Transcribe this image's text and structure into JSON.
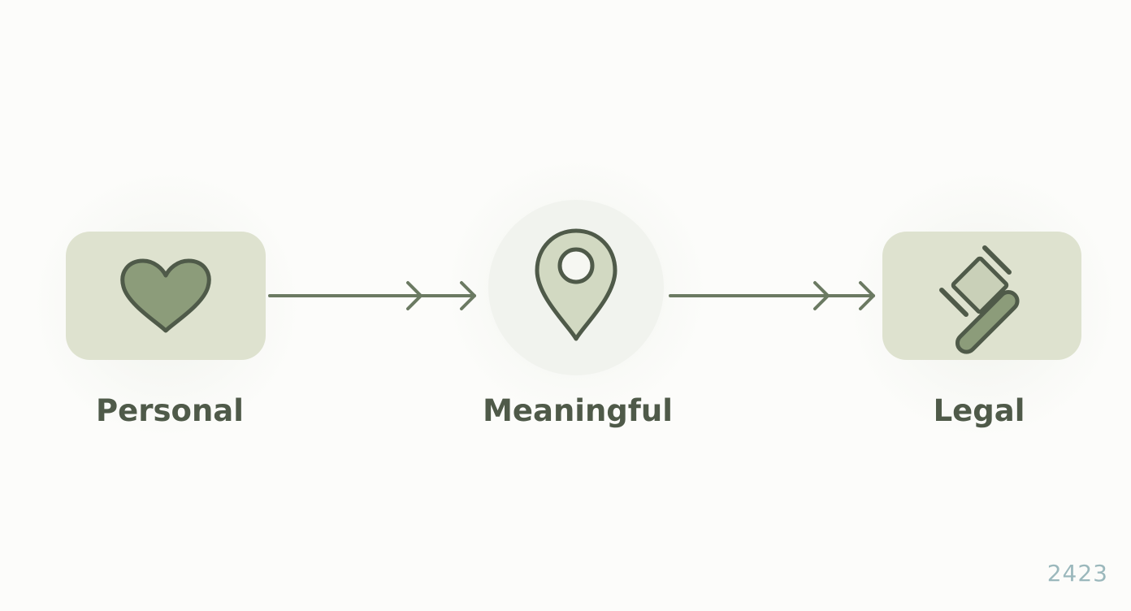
{
  "diagram": {
    "steps": [
      {
        "label": "Personal",
        "icon": "heart-icon"
      },
      {
        "label": "Meaningful",
        "icon": "location-pin-icon"
      },
      {
        "label": "Legal",
        "icon": "gavel-icon"
      }
    ],
    "connectors": [
      {
        "from": "Personal",
        "to": "Meaningful",
        "style": "double-chevron-arrow"
      },
      {
        "from": "Meaningful",
        "to": "Legal",
        "style": "double-chevron-arrow"
      }
    ],
    "colors": {
      "background": "#fcfcfa",
      "tile_fill": "#dee2cf",
      "circle_fill": "#f1f3ee",
      "icon_fill": "#8c9c7a",
      "icon_stroke": "#4f5a49",
      "arrow": "#6b7a62",
      "label_text": "#4f5a49",
      "watermark_text": "#9bb8bc"
    }
  },
  "watermark": {
    "text": "2423"
  }
}
